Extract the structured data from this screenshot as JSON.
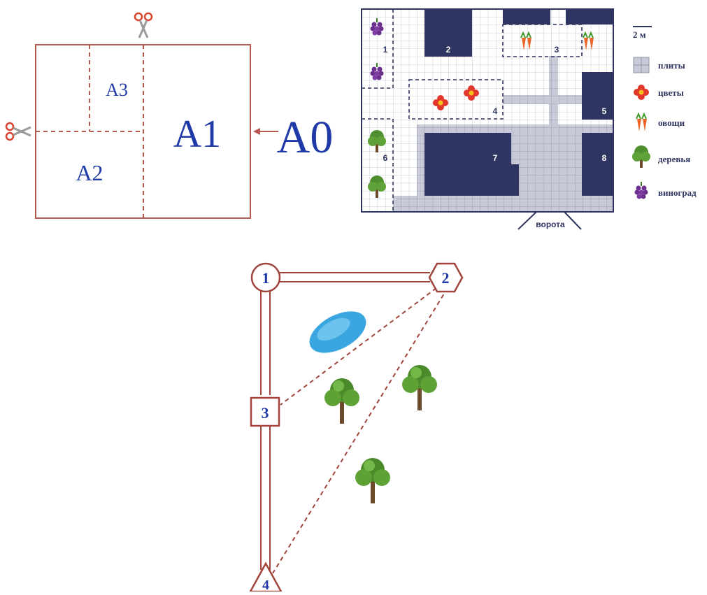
{
  "paper_sizes": {
    "labels": {
      "a0": "A0",
      "a1": "A1",
      "a2": "A2",
      "a3": "A3"
    },
    "icons": [
      "scissors-icon",
      "scissors-icon"
    ],
    "colors": {
      "border": "#b5584f",
      "text": "#1f3aa8"
    }
  },
  "garden_plan": {
    "zones": [
      {
        "id": "1",
        "label": "1",
        "icon": "grape-icon"
      },
      {
        "id": "2",
        "label": "2"
      },
      {
        "id": "3",
        "label": "3",
        "icon": "carrot-icon"
      },
      {
        "id": "4",
        "label": "4",
        "icon": "flower-icon"
      },
      {
        "id": "5",
        "label": "5"
      },
      {
        "id": "6",
        "label": "6",
        "icon": "tree-icon"
      },
      {
        "id": "7",
        "label": "7"
      },
      {
        "id": "8",
        "label": "8"
      }
    ],
    "gate_label": "ворота",
    "legend": {
      "scale": "2 м",
      "items": [
        {
          "label": "плиты",
          "icon": "tile-icon"
        },
        {
          "label": "цветы",
          "icon": "flower-icon"
        },
        {
          "label": "овощи",
          "icon": "carrot-icon"
        },
        {
          "label": "деревья",
          "icon": "tree-icon"
        },
        {
          "label": "виноград",
          "icon": "grape-icon"
        }
      ]
    },
    "colors": {
      "navy": "#2e3560",
      "tile": "#c8cad8",
      "grid": "#b9bccb"
    }
  },
  "path_diagram": {
    "nodes": [
      {
        "label": "1",
        "shape": "circle"
      },
      {
        "label": "2",
        "shape": "hexagon"
      },
      {
        "label": "3",
        "shape": "square"
      },
      {
        "label": "4",
        "shape": "triangle"
      }
    ],
    "icons": [
      "pond-icon",
      "tree-icon",
      "tree-icon",
      "tree-icon"
    ],
    "colors": {
      "line": "#a0443c",
      "label": "#1f3aa8",
      "pond": "#3aa6e0"
    }
  }
}
